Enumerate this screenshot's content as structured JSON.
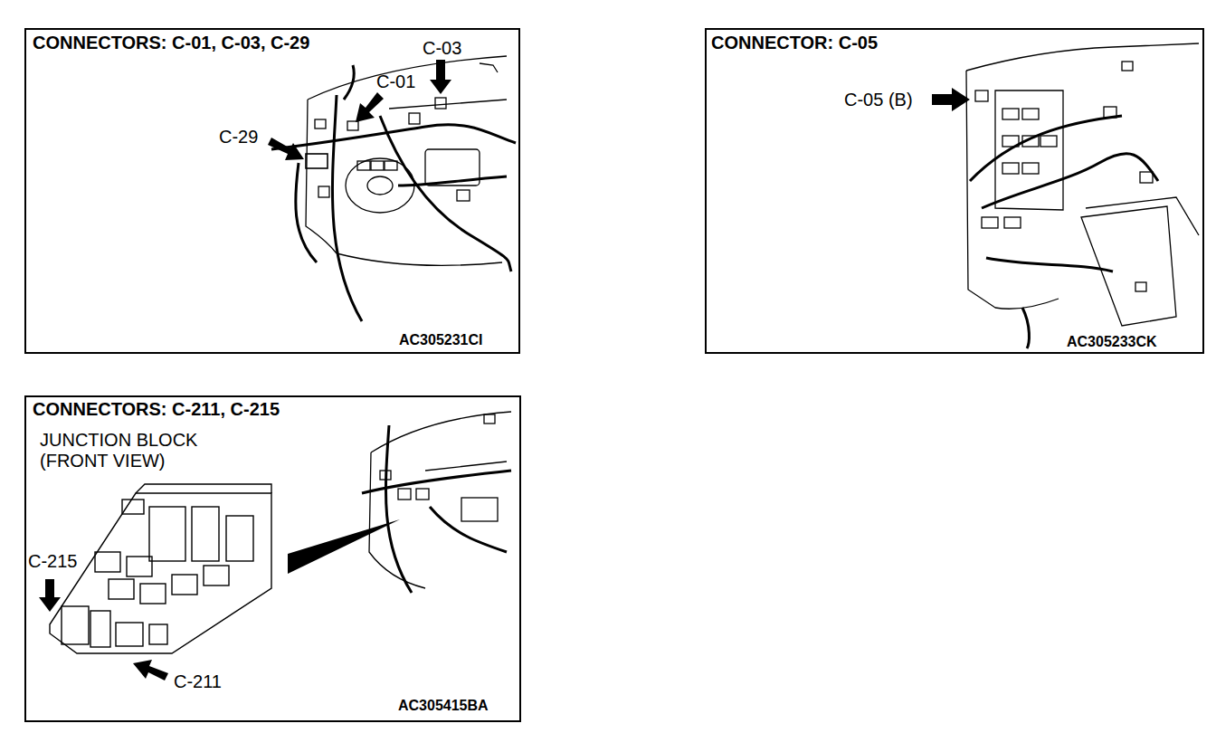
{
  "diagram": {
    "nodes": [
      {
        "text": [
          "CONNECTORS: C-01, C-03, C-29",
          "C-03",
          "C-01",
          "C-29",
          "AC305231CI"
        ]
      },
      {
        "text": [
          "CONNECTOR: C-05",
          "C-05 (B)",
          "AC305233CK"
        ]
      },
      {
        "text": [
          "CONNECTORS: C-211, C-215",
          "JUNCTION BLOCK (FRONT VIEW)",
          "C-215",
          "C-211",
          "AC305415BA"
        ]
      }
    ]
  }
}
